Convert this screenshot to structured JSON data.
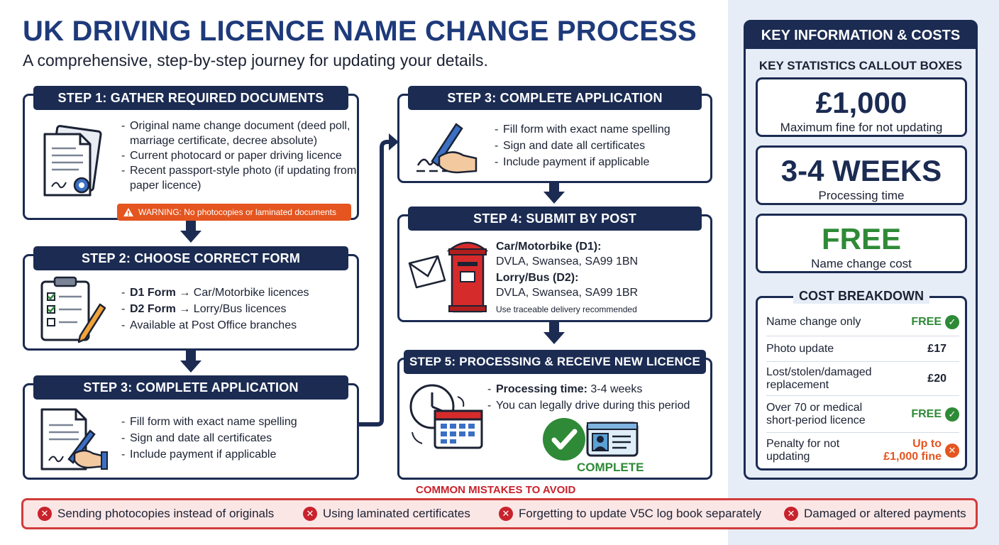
{
  "header": {
    "title": "UK DRIVING LICENCE NAME CHANGE PROCESS",
    "subtitle": "A comprehensive, step-by-step journey for updating your details."
  },
  "step1": {
    "title": "STEP 1: GATHER REQUIRED DOCUMENTS",
    "items": [
      "Original name change document (deed poll, marriage certificate, decree absolute)",
      "Current photocard or paper driving licence",
      "Recent passport-style photo (if updating from paper licence)"
    ],
    "warning": "WARNING: No photocopies or laminated documents"
  },
  "step2": {
    "title": "STEP 2: CHOOSE CORRECT FORM",
    "d1_bold": "D1 Form",
    "d1_rest": "→ Car/Motorbike licences",
    "d2_bold": "D2 Form",
    "d2_rest": "→ Lorry/Bus licences",
    "item3": "Available at Post Office branches"
  },
  "step3": {
    "title": "STEP 3: COMPLETE APPLICATION",
    "items": [
      "Fill form with exact name spelling",
      "Sign and date all certificates",
      "Include payment if applicable"
    ]
  },
  "step4": {
    "title": "STEP 4: SUBMIT BY POST",
    "car_label": "Car/Motorbike (D1):",
    "car_address": "DVLA, Swansea, SA99 1BN",
    "lorry_label": "Lorry/Bus (D2):",
    "lorry_address": "DVLA, Swansea, SA99 1BR",
    "note": "Use traceable delivery recommended"
  },
  "step5": {
    "title": "STEP 5: PROCESSING & RECEIVE NEW LICENCE",
    "time_bold": "Processing time:",
    "time_rest": "3-4 weeks",
    "item2": "You can legally drive during this period",
    "complete_label": "COMPLETE"
  },
  "key_info": {
    "title": "KEY INFORMATION & COSTS",
    "subtitle": "KEY STATISTICS CALLOUT BOXES",
    "stats": [
      {
        "value": "£1,000",
        "label": "Maximum fine for not updating"
      },
      {
        "value": "3-4 WEEKS",
        "label": "Processing time"
      },
      {
        "value": "FREE",
        "label": "Name change cost"
      }
    ],
    "cost_title": "COST BREAKDOWN",
    "costs": [
      {
        "label": "Name change only",
        "value": "FREE"
      },
      {
        "label": "Photo update",
        "value": "£17"
      },
      {
        "label": "Lost/stolen/damaged replacement",
        "value": "£20"
      },
      {
        "label": "Over 70 or medical short-period licence",
        "value": "FREE"
      },
      {
        "label": "Penalty for not updating",
        "value": "Up to £1,000 fine"
      }
    ]
  },
  "mistakes": {
    "title": "COMMON MISTAKES TO AVOID",
    "items": [
      "Sending photocopies instead of originals",
      "Using laminated certificates",
      "Forgetting to update V5C log book separately",
      "Damaged or altered payments"
    ]
  },
  "colors": {
    "navy": "#1b2b52",
    "title_blue": "#1e3a7b",
    "green": "#2e8a36",
    "orange": "#e4551f",
    "red": "#c8222c",
    "panel_bg": "#e7edf7"
  }
}
